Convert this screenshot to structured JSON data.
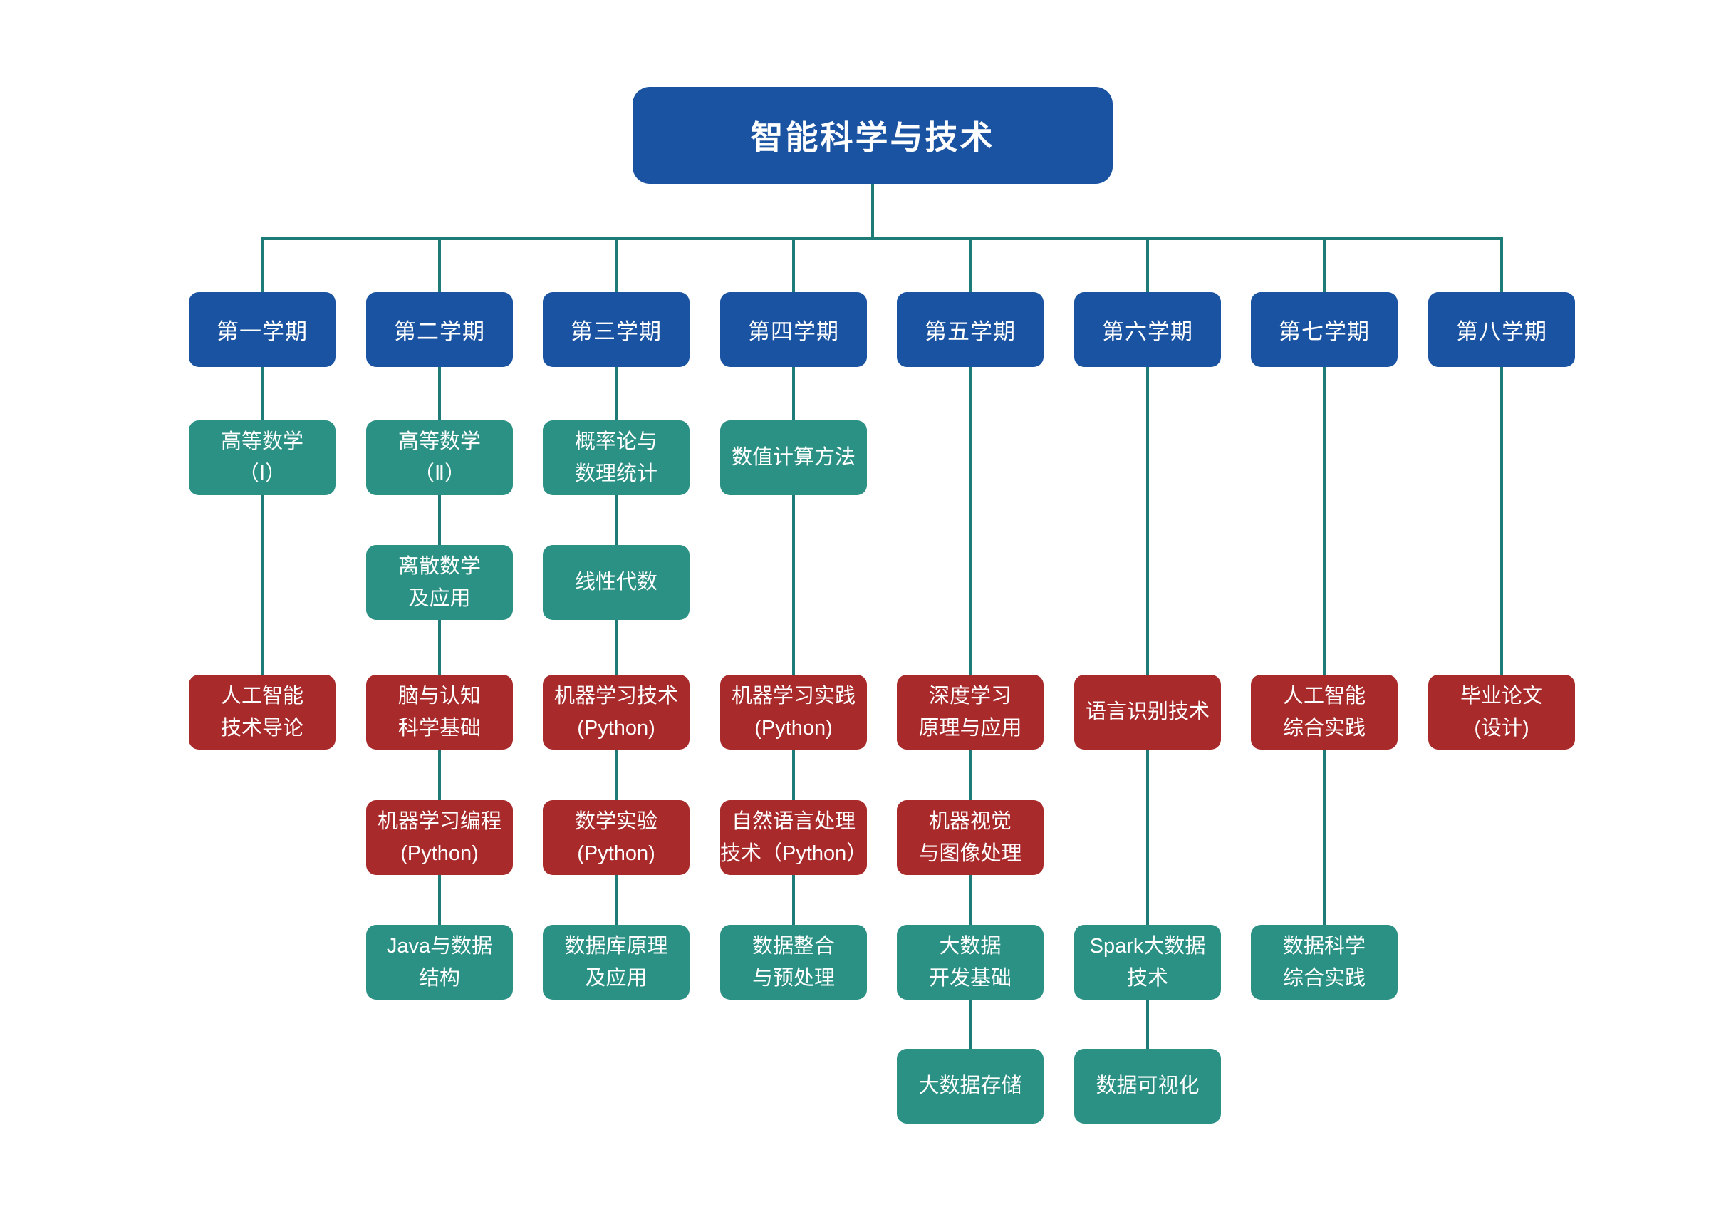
{
  "title": "智能科学与技术",
  "colors": {
    "node_blue": "#1A53A1",
    "course_teal": "#2B9184",
    "course_red": "#A92A2B",
    "connector": "#1E7B78",
    "text": "#FFFFFF",
    "background": "#FFFFFF"
  },
  "columns": [
    {
      "semester": "第一学期",
      "courses": [
        {
          "label": "高等数学\n（Ⅰ）",
          "color": "teal",
          "row": 1
        },
        {
          "label": "人工智能\n技术导论",
          "color": "red",
          "row": 3
        }
      ]
    },
    {
      "semester": "第二学期",
      "courses": [
        {
          "label": "高等数学\n（Ⅱ）",
          "color": "teal",
          "row": 1
        },
        {
          "label": "离散数学\n及应用",
          "color": "teal",
          "row": 2
        },
        {
          "label": "脑与认知\n科学基础",
          "color": "red",
          "row": 3
        },
        {
          "label": "机器学习编程\n(Python)",
          "color": "red",
          "row": 4
        },
        {
          "label": "Java与数据\n结构",
          "color": "teal",
          "row": 5
        }
      ]
    },
    {
      "semester": "第三学期",
      "courses": [
        {
          "label": "概率论与\n数理统计",
          "color": "teal",
          "row": 1
        },
        {
          "label": "线性代数",
          "color": "teal",
          "row": 2
        },
        {
          "label": "机器学习技术\n(Python)",
          "color": "red",
          "row": 3
        },
        {
          "label": "数学实验\n(Python)",
          "color": "red",
          "row": 4
        },
        {
          "label": "数据库原理\n及应用",
          "color": "teal",
          "row": 5
        }
      ]
    },
    {
      "semester": "第四学期",
      "courses": [
        {
          "label": "数值计算方法",
          "color": "teal",
          "row": 1
        },
        {
          "label": "机器学习实践\n(Python)",
          "color": "red",
          "row": 3
        },
        {
          "label": "自然语言处理\n技术（Python）",
          "color": "red",
          "row": 4
        },
        {
          "label": "数据整合\n与预处理",
          "color": "teal",
          "row": 5
        }
      ]
    },
    {
      "semester": "第五学期",
      "courses": [
        {
          "label": "深度学习\n原理与应用",
          "color": "red",
          "row": 3
        },
        {
          "label": "机器视觉\n与图像处理",
          "color": "red",
          "row": 4
        },
        {
          "label": "大数据\n开发基础",
          "color": "teal",
          "row": 5
        },
        {
          "label": "大数据存储",
          "color": "teal",
          "row": 6
        }
      ]
    },
    {
      "semester": "第六学期",
      "courses": [
        {
          "label": "语言识别技术",
          "color": "red",
          "row": 3
        },
        {
          "label": "Spark大数据\n技术",
          "color": "teal",
          "row": 5
        },
        {
          "label": "数据可视化",
          "color": "teal",
          "row": 6
        }
      ]
    },
    {
      "semester": "第七学期",
      "courses": [
        {
          "label": "人工智能\n综合实践",
          "color": "red",
          "row": 3
        },
        {
          "label": "数据科学\n综合实践",
          "color": "teal",
          "row": 5
        }
      ]
    },
    {
      "semester": "第八学期",
      "courses": [
        {
          "label": "毕业论文\n(设计)",
          "color": "red",
          "row": 3
        }
      ]
    }
  ]
}
